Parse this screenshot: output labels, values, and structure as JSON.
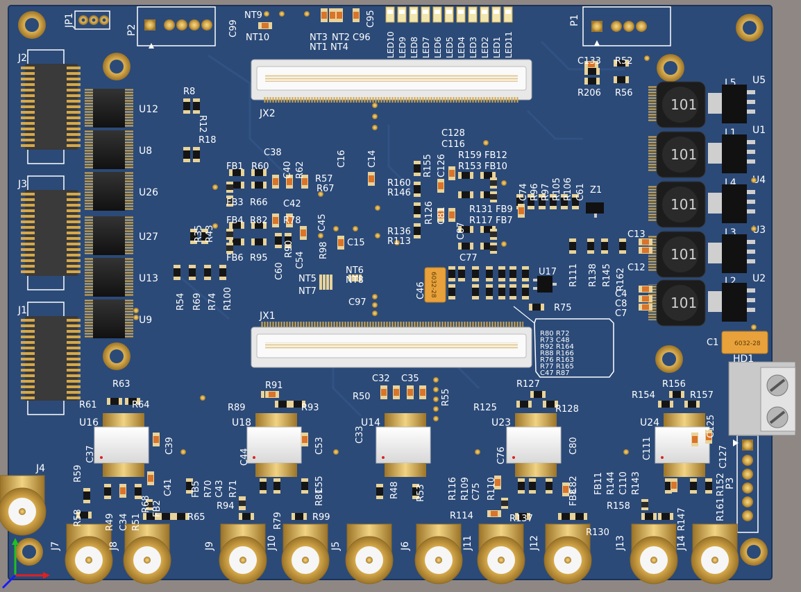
{
  "board_colors": {
    "background": "#8f8784",
    "pcb": "#2b4a78",
    "pcb_dark": "#233e66",
    "silk": "#ffffff",
    "gold": "#d4a84b",
    "chip": "#1c1c1c"
  },
  "headers": {
    "jp1": "JP1",
    "p2": "P2",
    "p1": "P1",
    "p3": "P3",
    "hd1": "HD1"
  },
  "connectors": {
    "j1": "J1",
    "j2": "J2",
    "j3": "J3",
    "jx1": "JX1",
    "jx2": "JX2"
  },
  "chips": [
    "U12",
    "U8",
    "U26",
    "U27",
    "U13",
    "U9"
  ],
  "regulators": [
    "U5",
    "U1",
    "U4",
    "U3",
    "U2"
  ],
  "inductors": [
    "L5",
    "L1",
    "L4",
    "L3",
    "L2"
  ],
  "inductor_marking": "101",
  "tantalum_marking": "6032-28",
  "leds": [
    "LED10",
    "LED9",
    "LED8",
    "LED7",
    "LED6",
    "LED5",
    "LED4",
    "LED3",
    "LED2",
    "LED1",
    "LED11"
  ],
  "amplifiers": [
    "U16",
    "U18",
    "U14",
    "U23",
    "U24"
  ],
  "sma": [
    "J4",
    "J7",
    "J8",
    "J9",
    "J10",
    "J5",
    "J6",
    "J11",
    "J12",
    "J13",
    "J14"
  ],
  "callout_lines": [
    "R80  R72",
    "R73  C48",
    "R92  R164",
    "R88  R166",
    "R76  R163",
    "R77  R165",
    "C47  R87"
  ],
  "labels": {
    "nt9": "NT9",
    "c99": "C99",
    "nt10": "NT10",
    "nt3": "NT3",
    "nt2": "NT2",
    "c96": "C96",
    "nt1": "NT1",
    "nt4": "NT4",
    "c95": "C95",
    "c133": "C133",
    "r52": "R52",
    "r206": "R206",
    "r56": "R56",
    "r8": "R8",
    "r12": "R12",
    "r18": "R18",
    "c38": "C38",
    "c40": "C40",
    "r62": "R62",
    "fb1": "FB1",
    "r60": "R60",
    "r57": "R57",
    "c16": "C16",
    "c14": "C14",
    "fb3": "FB3",
    "r66": "R66",
    "c42": "C42",
    "r67": "R67",
    "c45": "C45",
    "r35": "R35",
    "r43": "R43",
    "fb4": "FB4",
    "r82": "R82",
    "r78": "R78",
    "fb6": "FB6",
    "r95": "R95",
    "r90": "R90",
    "c54": "C54",
    "r98": "R98",
    "c60": "C60",
    "c15": "C15",
    "r54": "R54",
    "r69": "R69",
    "r74": "R74",
    "r100": "R100",
    "nt5": "NT5",
    "nt7": "NT7",
    "nt6": "NT6",
    "nt8": "NT8",
    "c97": "C97",
    "c128": "C128",
    "c116": "C116",
    "r155": "R155",
    "c126": "C126",
    "r159": "R159",
    "fb12": "FB12",
    "r153": "R153",
    "fb10": "FB10",
    "r160": "R160",
    "r146": "R146",
    "r126": "R126",
    "c81": "C81",
    "c87": "C87",
    "r131": "R131",
    "fb9": "FB9",
    "r117": "R117",
    "fb7": "FB7",
    "r136": "R136",
    "r113": "R113",
    "c77": "C77",
    "c74": "C74",
    "r96": "R96",
    "r97": "R97",
    "r105": "R105",
    "r106": "R106",
    "c61": "C61",
    "z1": "Z1",
    "c46": "C46",
    "u17": "U17",
    "r75": "R75",
    "r111": "R111",
    "r138": "R138",
    "r145": "R145",
    "r162": "R162",
    "c13": "C13",
    "c12": "C12",
    "c4": "C4",
    "c8": "C8",
    "c7": "C7",
    "c1": "C1",
    "r63": "R63",
    "r61": "R61",
    "r64": "R64",
    "c37": "C37",
    "c39": "C39",
    "r59": "R59",
    "r58": "R58",
    "c41": "C41",
    "r49": "R49",
    "c34": "C34",
    "r51": "R51",
    "r68": "R68",
    "fb2": "FB2",
    "r65": "R65",
    "r91": "R91",
    "r89": "R89",
    "r93": "R93",
    "c44": "C44",
    "c53": "C53",
    "fb5": "FB5",
    "r70": "R70",
    "c43": "C43",
    "r71": "R71",
    "c55": "C55",
    "r81": "R81",
    "r94": "R94",
    "r79": "R79",
    "r99": "R99",
    "c32": "C32",
    "c35": "C35",
    "r50": "R50",
    "r55": "R55",
    "c33": "C33",
    "r48": "R48",
    "r53": "R53",
    "r127": "R127",
    "r125": "R125",
    "r128": "R128",
    "c76": "C76",
    "c80": "C80",
    "r116": "R116",
    "r109": "R109",
    "c75": "C75",
    "r110": "R110",
    "c82": "C82",
    "fb8": "FB8",
    "r114": "R114",
    "r137": "R137",
    "r130": "R130",
    "r156": "R156",
    "r154": "R154",
    "r157": "R157",
    "c125": "C125",
    "c111": "C111",
    "c127": "C127",
    "fb11": "FB11",
    "r144": "R144",
    "c110": "C110",
    "r143": "R143",
    "r152": "R152",
    "r158": "R158",
    "r147": "R147",
    "r161": "R161"
  }
}
